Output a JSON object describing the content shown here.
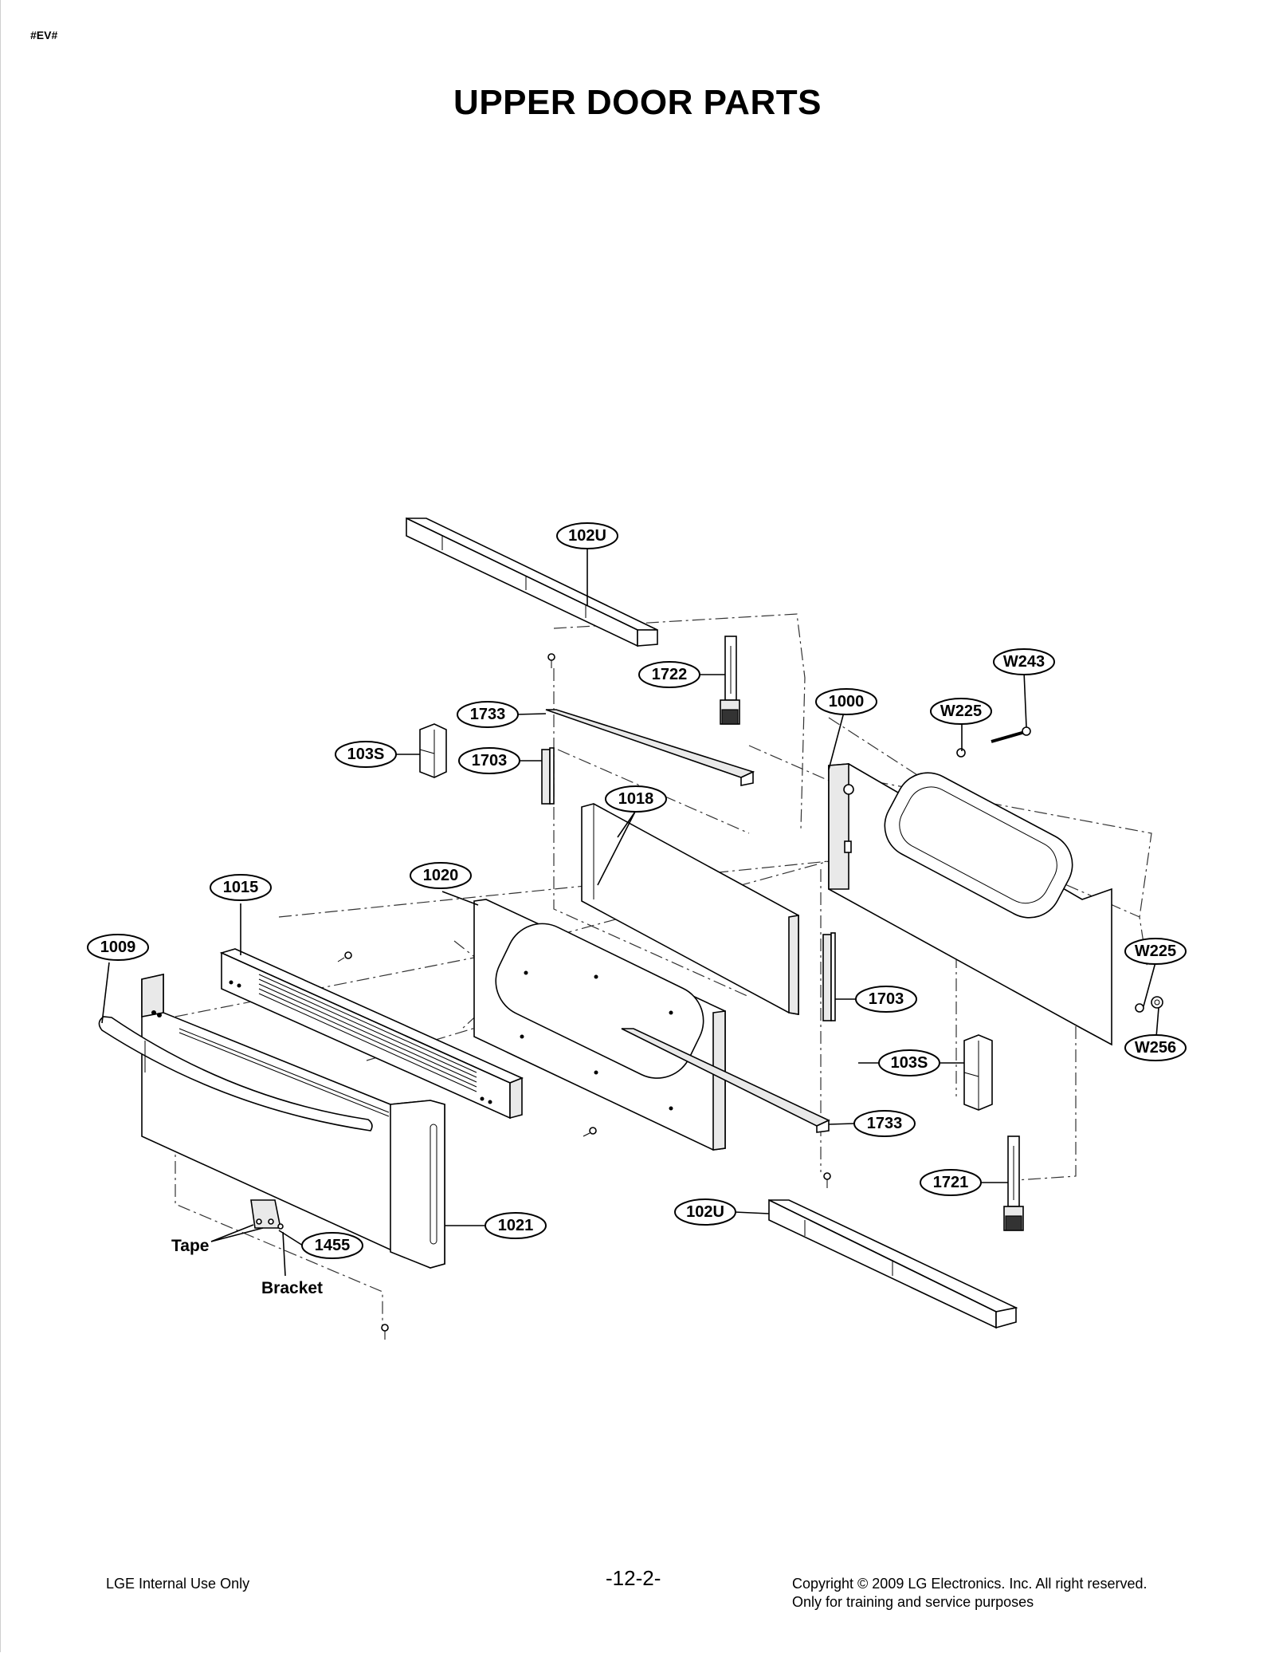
{
  "header": {
    "doc_code": "#EV#",
    "title": "UPPER DOOR PARTS"
  },
  "callouts": [
    {
      "id": "callout-102u-top",
      "label": "102U"
    },
    {
      "id": "callout-1722",
      "label": "1722"
    },
    {
      "id": "callout-w243",
      "label": "W243"
    },
    {
      "id": "callout-1000",
      "label": "1000"
    },
    {
      "id": "callout-w225-top",
      "label": "W225"
    },
    {
      "id": "callout-1733-top",
      "label": "1733"
    },
    {
      "id": "callout-103s-left",
      "label": "103S"
    },
    {
      "id": "callout-1703-top",
      "label": "1703"
    },
    {
      "id": "callout-1018",
      "label": "1018"
    },
    {
      "id": "callout-1015",
      "label": "1015"
    },
    {
      "id": "callout-1020",
      "label": "1020"
    },
    {
      "id": "callout-1009",
      "label": "1009"
    },
    {
      "id": "callout-w225-right",
      "label": "W225"
    },
    {
      "id": "callout-1703-bottom",
      "label": "1703"
    },
    {
      "id": "callout-w256",
      "label": "W256"
    },
    {
      "id": "callout-103s-right",
      "label": "103S"
    },
    {
      "id": "callout-1733-bottom",
      "label": "1733"
    },
    {
      "id": "callout-1721",
      "label": "1721"
    },
    {
      "id": "callout-102u-bottom",
      "label": "102U"
    },
    {
      "id": "callout-1021",
      "label": "1021"
    },
    {
      "id": "callout-1455",
      "label": "1455"
    }
  ],
  "notes": {
    "tape": "Tape",
    "bracket": "Bracket"
  },
  "footer": {
    "left": "LGE Internal Use Only",
    "page": "-12-2-",
    "copyright": "Copyright © 2009 LG Electronics. Inc. All right reserved.",
    "purpose": "Only for training and service purposes"
  }
}
